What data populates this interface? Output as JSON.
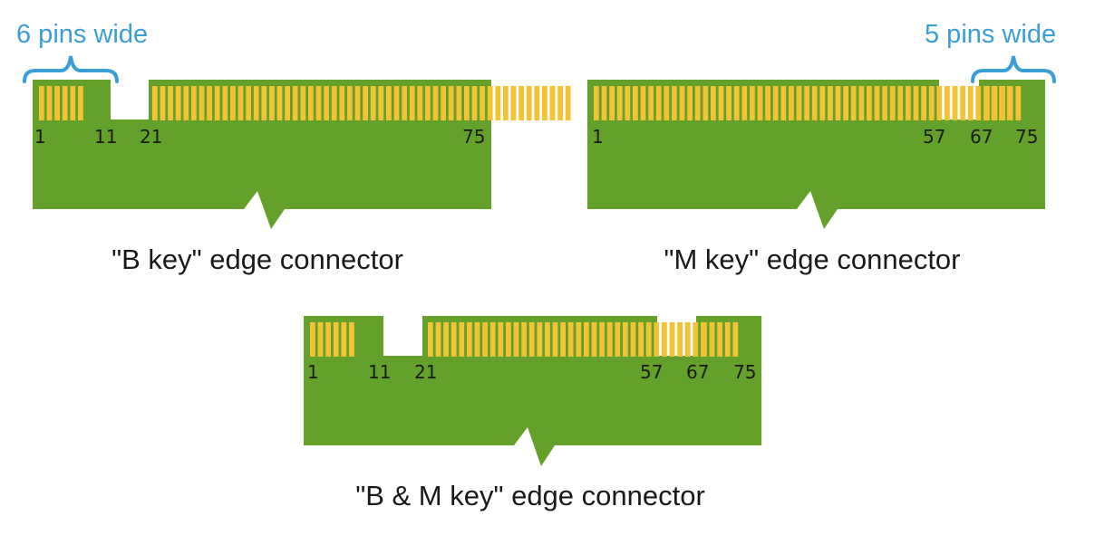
{
  "colors": {
    "board": "#64A12B",
    "pin": "#F2C335",
    "annotation": "#3B9FD6",
    "text": "#1a1a1a"
  },
  "annotations": {
    "left": "6 pins wide",
    "right": "5 pins wide"
  },
  "connectors": [
    {
      "key": "b",
      "caption": "\"B key\" edge connector",
      "labels": [
        "1",
        "11",
        "21",
        "75"
      ]
    },
    {
      "key": "m",
      "caption": "\"M key\" edge connector",
      "labels": [
        "1",
        "57",
        "67",
        "75"
      ]
    },
    {
      "key": "bm",
      "caption": "\"B & M key\" edge connector",
      "labels": [
        "1",
        "11",
        "21",
        "57",
        "67",
        "75"
      ]
    }
  ]
}
